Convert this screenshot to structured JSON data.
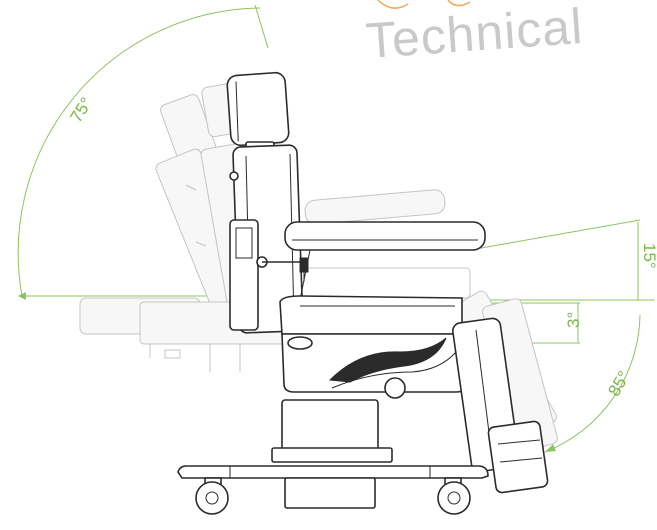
{
  "heading": "Technical",
  "angles": {
    "backrest": "75°",
    "armrest": "15°",
    "seat": "3°",
    "legrest": "85°"
  },
  "colors": {
    "dimension_line": "#8cc45d",
    "dimension_text": "#7ab648",
    "outline": "#2b2b2b",
    "ghost_outline": "#c4c4c4",
    "heading": "#c9c9c9"
  }
}
